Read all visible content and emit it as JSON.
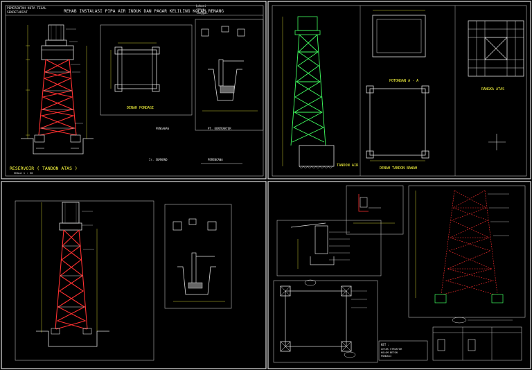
{
  "sheet1": {
    "header_left": [
      "PEMERINTAH KOTA TEGAL",
      "SEKRETARIAT"
    ],
    "title": "REHAB INSTALASI PIPA AIR INDUK DAN PAGAR KELILING KOLAM RENANG",
    "header_right": [
      "Lokasi",
      "Tahun",
      "Tanggal"
    ],
    "tower_caption": "RESERVOIR ( TANDON ATAS )",
    "scale": "SKALA 1 : 50",
    "denah_pondasi": "DENAH PONDASI",
    "sign_blocks": [
      "PENGAWAS",
      "PT. KONTRAKTOR"
    ],
    "bottom_names": [
      "Ir. SUMARNO",
      "PERENCANA"
    ]
  },
  "sheet2": {
    "tower_caption": "TANDON AIR",
    "potongan": "POTONGAN A - A",
    "denah_bawah": "DENAH TANDON BAWAH",
    "rangka_atas": "RANGKA ATAS"
  },
  "sheet4": {
    "note_title": "KET :",
    "note_lines": [
      "LETAK STRUKTUR",
      "KOLOM BETON",
      "PONDASI"
    ]
  },
  "colors": {
    "background": "#000000",
    "frame": "#e0e0e0",
    "tower_red": "#ff3030",
    "tower_green": "#40ff60",
    "dimension_yellow": "#ffff40",
    "text_white": "#e8e8e8",
    "annotation_cyan": "#40ffff"
  }
}
